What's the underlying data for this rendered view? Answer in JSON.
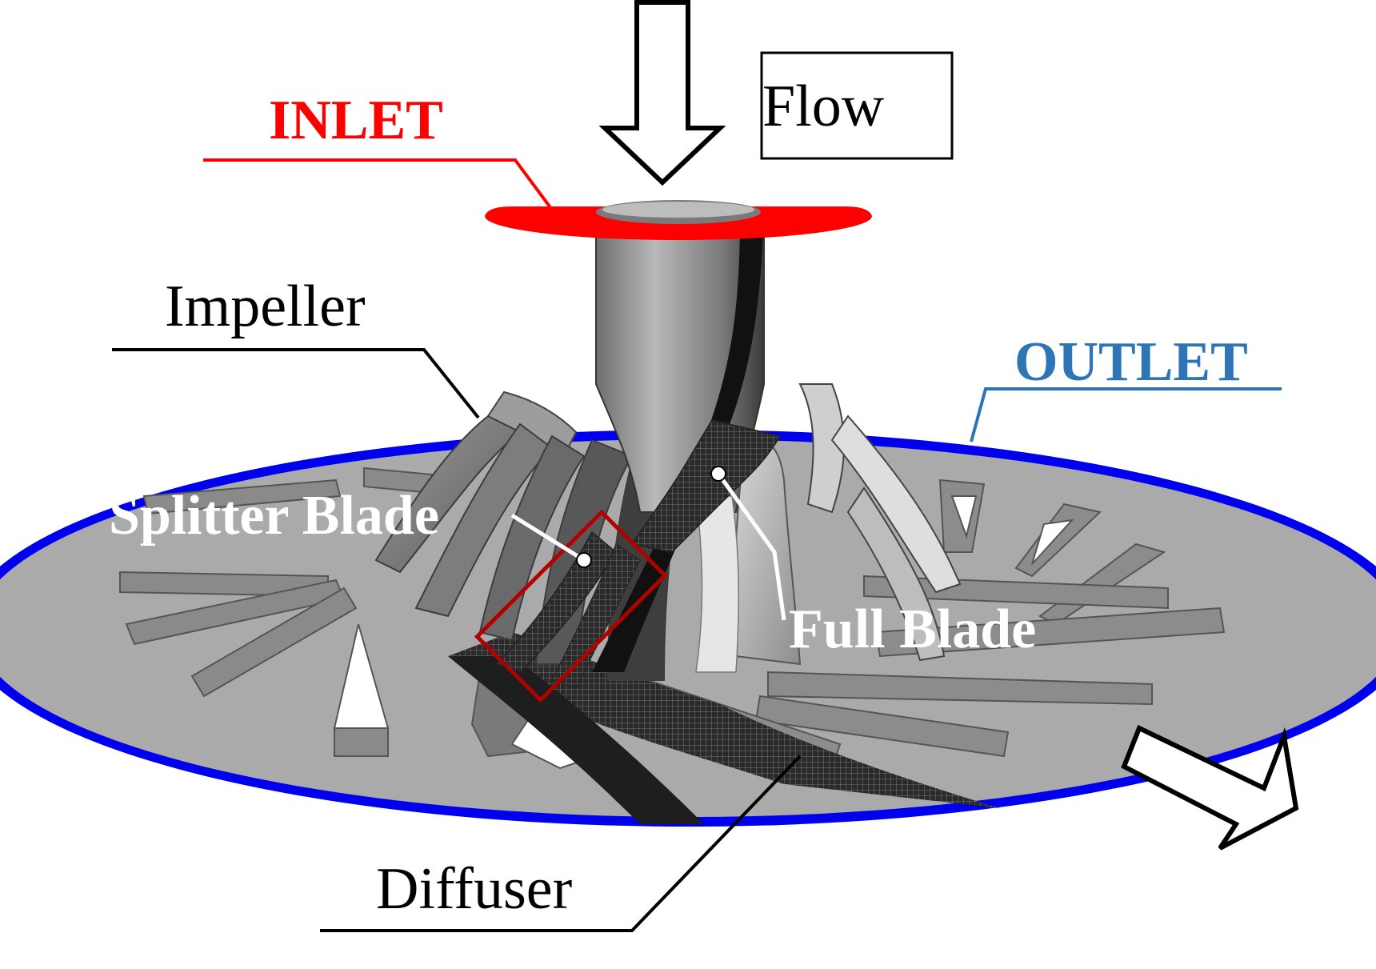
{
  "labels": {
    "inlet": "INLET",
    "outlet": "OUTLET",
    "impeller": "Impeller",
    "flow": "Flow",
    "splitter_blade": "Splitter Blade",
    "full_blade": "Full Blade",
    "diffuser": "Diffuser"
  },
  "colors": {
    "inlet": "#ff0000",
    "outlet": "#2e75b6",
    "outlet_ring": "#0000ee",
    "highlight_box": "#b00000",
    "disk": "#aaaaaa",
    "text_dark": "#000000",
    "text_light": "#ffffff"
  }
}
